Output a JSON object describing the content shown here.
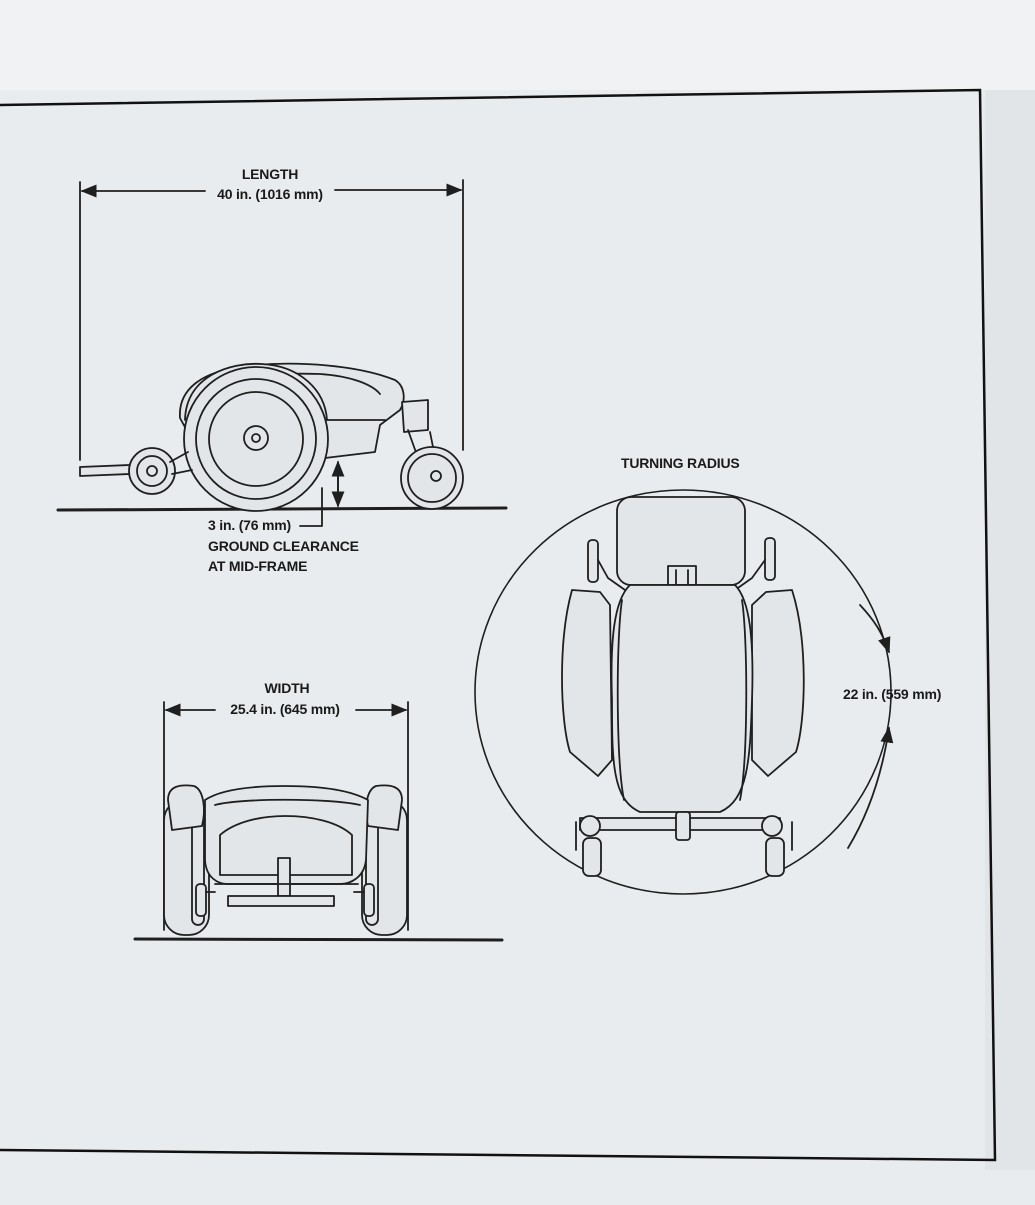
{
  "length_view": {
    "title": "LENGTH",
    "measure": "40 in. (1016 mm)"
  },
  "ground_clearance": {
    "measure": "3 in. (76 mm)",
    "line1": "GROUND CLEARANCE",
    "line2": "AT MID-FRAME"
  },
  "width_view": {
    "title": "WIDTH",
    "measure": "25.4 in. (645 mm)"
  },
  "turning_view": {
    "title": "TURNING RADIUS",
    "measure": "22 in. (559 mm)"
  },
  "colors": {
    "paper": "#e9ecee",
    "ink": "#1f1f1f",
    "fill": "#e3e6e8"
  }
}
